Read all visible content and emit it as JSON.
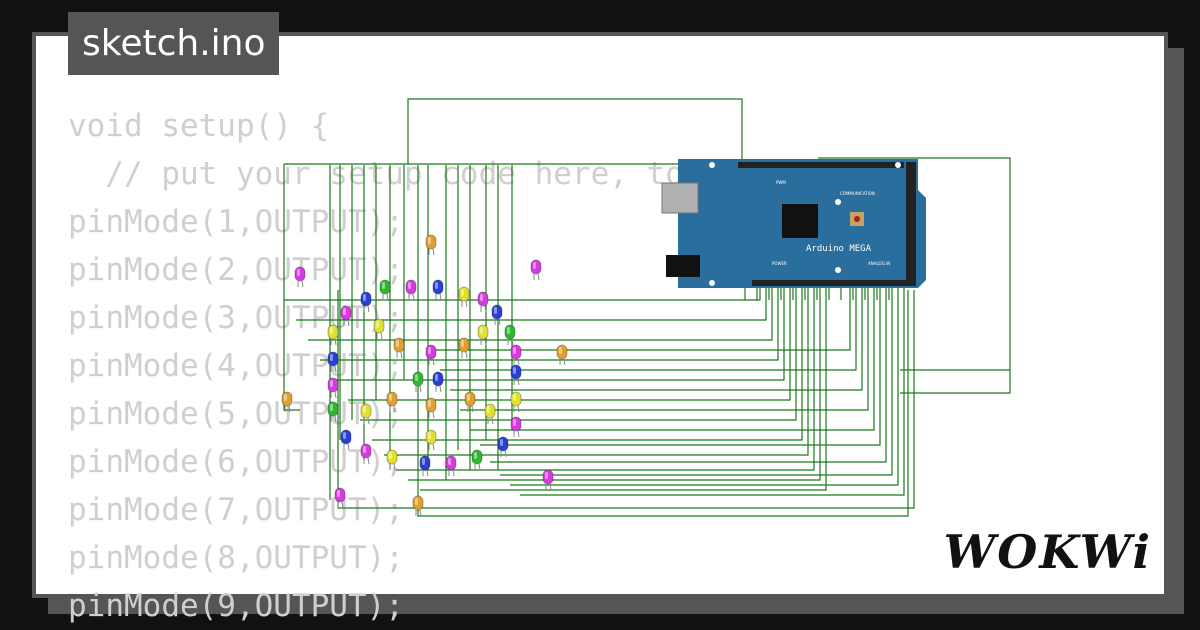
{
  "window": {
    "filename": "sketch.ino"
  },
  "editor": {
    "lines": [
      "void setup() {",
      "  // put your setup code here, to run once:",
      "pinMode(1,OUTPUT);",
      "pinMode(2,OUTPUT);",
      "pinMode(3,OUTPUT);",
      "pinMode(4,OUTPUT);",
      "pinMode(5,OUTPUT);",
      "pinMode(6,OUTPUT);",
      "pinMode(7,OUTPUT);",
      "pinMode(8,OUTPUT);",
      "pinMode(9,OUTPUT);"
    ]
  },
  "board": {
    "name": "Arduino MEGA",
    "labels": {
      "power": "POWER",
      "analog": "ANALOG IN",
      "communication": "COMMUNICATION",
      "pwm": "PWM"
    },
    "color": "#2a6e9e"
  },
  "wire_color": "#1a7a1a",
  "led_colors": {
    "magenta": "#d63be0",
    "blue": "#2a3fd6",
    "green": "#2fb82f",
    "yellow": "#e0e030",
    "orange": "#e0a030"
  },
  "brand": {
    "logo": "WOKWi"
  }
}
